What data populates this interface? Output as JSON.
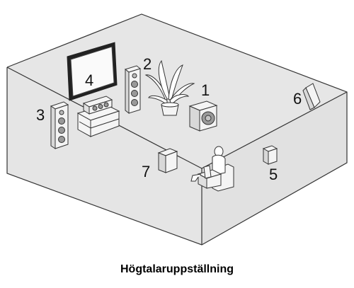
{
  "caption": "Högtalaruppställning",
  "labels": {
    "one": "1",
    "two": "2",
    "three": "3",
    "four": "4",
    "five": "5",
    "six": "6",
    "seven": "7"
  },
  "colors": {
    "wall": "#e0e0e0",
    "floor": "#efefef",
    "line": "#333333",
    "speaker_body": "#f4f4f4",
    "woofer": "#9a9a9a"
  }
}
